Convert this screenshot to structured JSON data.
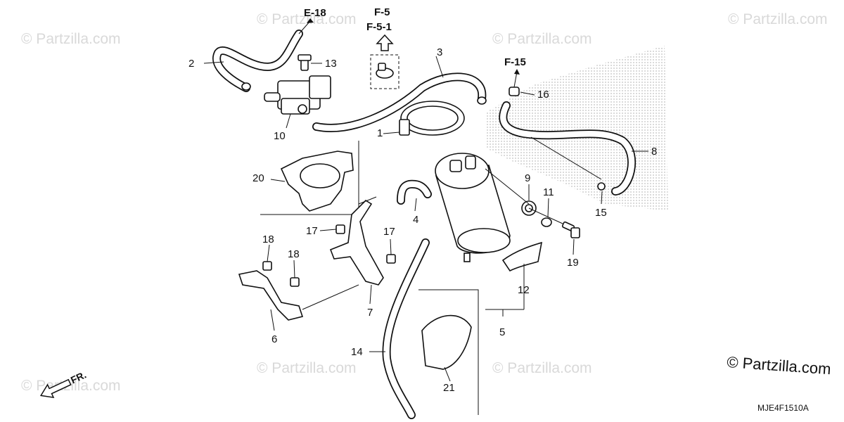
{
  "diagram": {
    "part_numbers": [
      "1",
      "2",
      "3",
      "4",
      "5",
      "6",
      "7",
      "8",
      "9",
      "10",
      "11",
      "12",
      "13",
      "14",
      "15",
      "16",
      "17",
      "17",
      "18",
      "18",
      "19",
      "20",
      "21"
    ],
    "section_refs": {
      "e18": "E-18",
      "f5": "F-5",
      "f51": "F-5-1",
      "f15": "F-15"
    },
    "watermark": "© Partzilla.com",
    "copyright": "© Partzilla.com",
    "drawing_code": "MJE4F1510A",
    "direction_label": "FR."
  }
}
